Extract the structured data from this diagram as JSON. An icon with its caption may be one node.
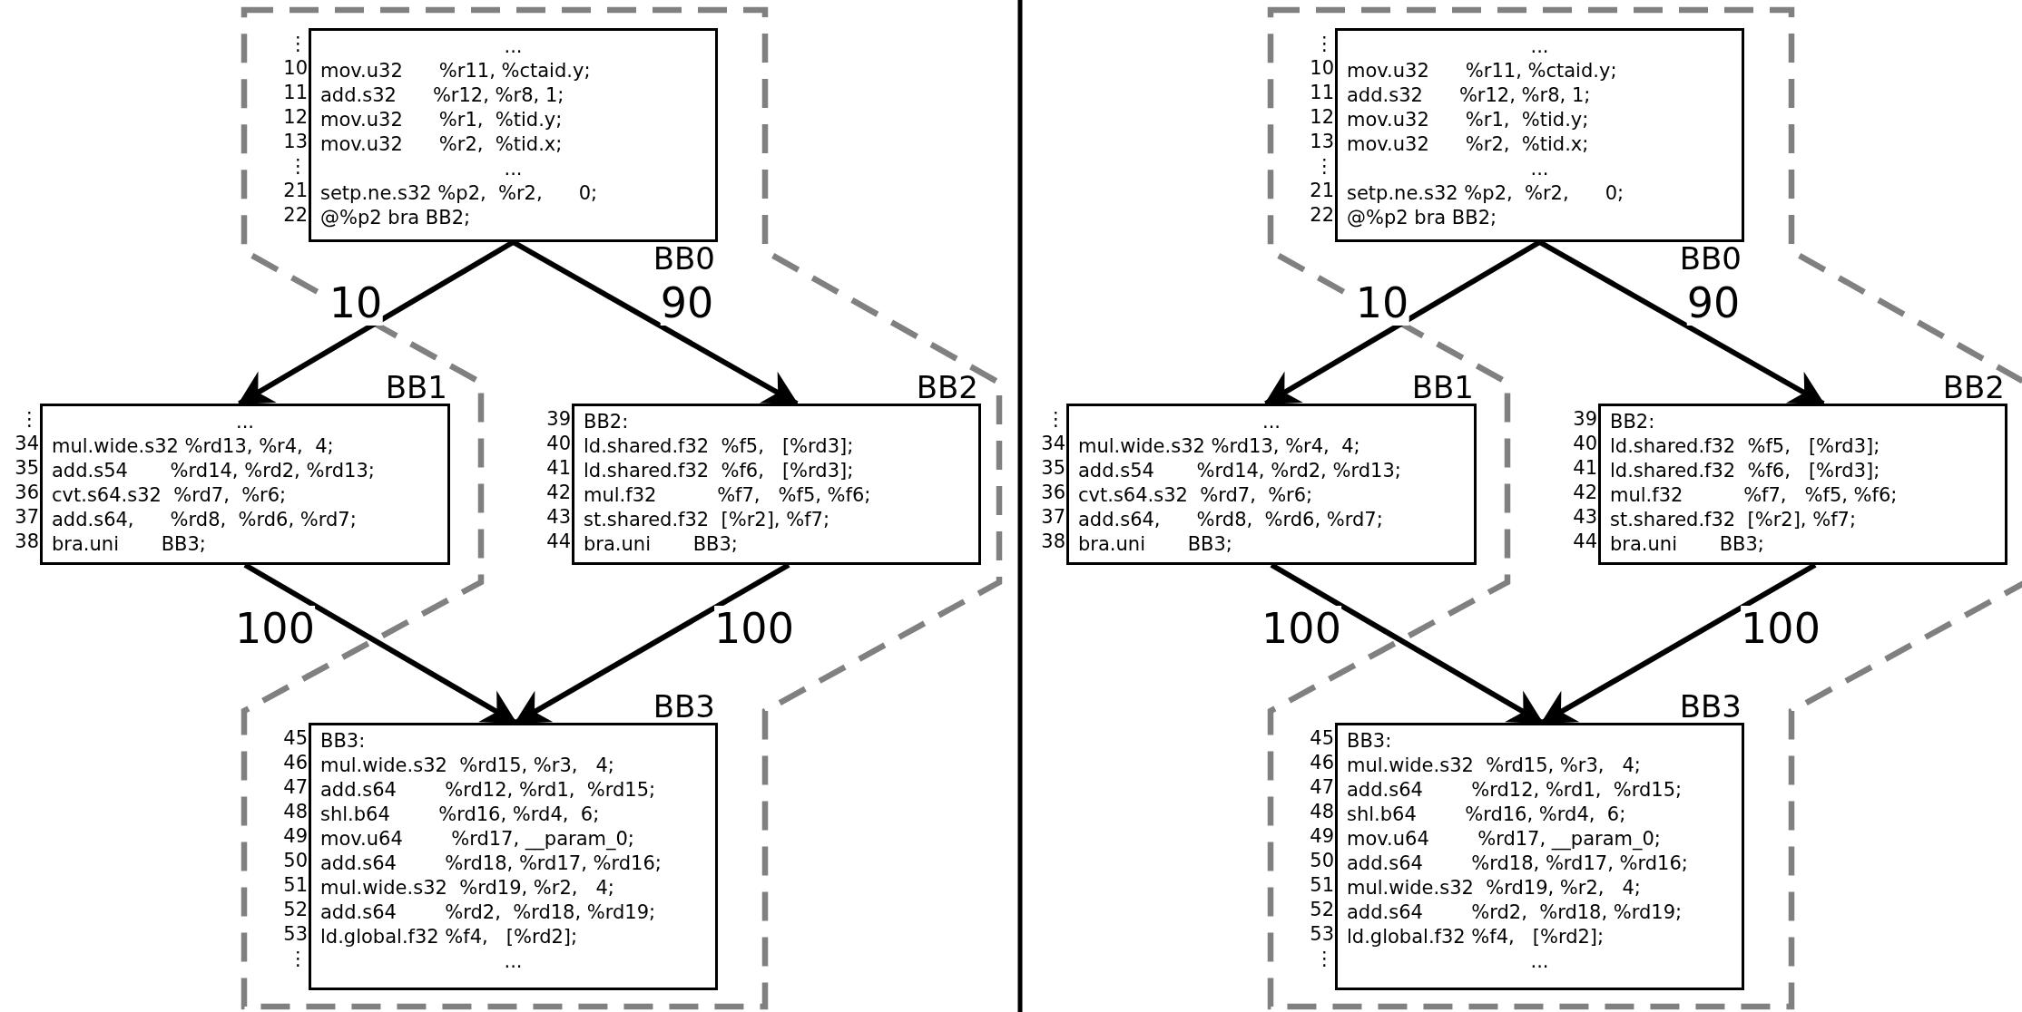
{
  "diagram": {
    "nodes": [
      {
        "text": [
          "BB0",
          "...",
          "mov.u32      %r11, %ctaid.y;",
          "add.s32      %r12, %r8, 1;",
          "mov.u32      %r1,  %tid.y;",
          "mov.u32      %r2,  %tid.x;",
          "...",
          "setp.ne.s32 %p2,  %r2,      0;",
          "@%p2 bra BB2;"
        ],
        "beside": [
          "⋮",
          "10",
          "11",
          "12",
          "13",
          "⋮",
          "21",
          "22"
        ]
      },
      {
        "text": [
          "BB1",
          "...",
          "mul.wide.s32 %rd13, %r4,  4;",
          "add.s54       %rd14, %rd2, %rd13;",
          "cvt.s64.s32  %rd7,  %r6;",
          "add.s64,      %rd8,  %rd6, %rd7;",
          "bra.uni       BB3;"
        ],
        "beside": [
          "⋮",
          "34",
          "35",
          "36",
          "37",
          "38"
        ]
      },
      {
        "text": [
          "BB2",
          "BB2:",
          "ld.shared.f32  %f5,   [%rd3];",
          "ld.shared.f32  %f6,   [%rd3];",
          "mul.f32          %f7,   %f5, %f6;",
          "st.shared.f32  [%r2], %f7;",
          "bra.uni       BB3;"
        ],
        "beside": [
          "39",
          "40",
          "41",
          "42",
          "43",
          "44"
        ]
      },
      {
        "text": [
          "BB3",
          "BB3:",
          "mul.wide.s32  %rd15, %r3,   4;",
          "add.s64        %rd12, %rd1,  %rd15;",
          "shl.b64        %rd16, %rd4,  6;",
          "mov.u64        %rd17, __param_0;",
          "add.s64        %rd18, %rd17, %rd16;",
          "mul.wide.s32  %rd19, %r2,   4;",
          "add.s64        %rd2,  %rd18, %rd19;",
          "ld.global.f32 %f4,   [%rd2];",
          "..."
        ],
        "beside": [
          "45",
          "46",
          "47",
          "48",
          "49",
          "50",
          "51",
          "52",
          "53",
          "⋮"
        ]
      },
      {
        "text": [
          "BB0",
          "...",
          "mov.u32      %r11, %ctaid.y;",
          "add.s32      %r12, %r8, 1;",
          "mov.u32      %r1,  %tid.y;",
          "mov.u32      %r2,  %tid.x;",
          "...",
          "setp.ne.s32 %p2,  %r2,      0;",
          "@%p2 bra BB2;"
        ],
        "beside": [
          "⋮",
          "10",
          "11",
          "12",
          "13",
          "⋮",
          "21",
          "22"
        ]
      },
      {
        "text": [
          "BB1",
          "...",
          "mul.wide.s32 %rd13, %r4,  4;",
          "add.s54       %rd14, %rd2, %rd13;",
          "cvt.s64.s32  %rd7,  %r6;",
          "add.s64,      %rd8,  %rd6, %rd7;",
          "bra.uni       BB3;"
        ],
        "beside": [
          "⋮",
          "34",
          "35",
          "36",
          "37",
          "38"
        ]
      },
      {
        "text": [
          "BB2",
          "BB2:",
          "ld.shared.f32  %f5,   [%rd3];",
          "ld.shared.f32  %f6,   [%rd3];",
          "mul.f32          %f7,   %f5, %f6;",
          "st.shared.f32  [%r2], %f7;",
          "bra.uni       BB3;"
        ],
        "beside": [
          "39",
          "40",
          "41",
          "42",
          "43",
          "44"
        ]
      },
      {
        "text": [
          "BB3",
          "BB3:",
          "mul.wide.s32  %rd15, %r3,   4;",
          "add.s64        %rd12, %rd1,  %rd15;",
          "shl.b64        %rd16, %rd4,  6;",
          "mov.u64        %rd17, __param_0;",
          "add.s64        %rd18, %rd17, %rd16;",
          "mul.wide.s32  %rd19, %r2,   4;",
          "add.s64        %rd2,  %rd18, %rd19;",
          "ld.global.f32 %f4,   [%rd2];",
          "..."
        ],
        "beside": [
          "45",
          "46",
          "47",
          "48",
          "49",
          "50",
          "51",
          "52",
          "53",
          "⋮"
        ]
      }
    ],
    "edges": [
      {
        "from": 0,
        "to": 1,
        "arrow": "to",
        "label": "10"
      },
      {
        "from": 0,
        "to": 2,
        "arrow": "to",
        "label": "90"
      },
      {
        "from": 1,
        "to": 3,
        "arrow": "to",
        "label": "100"
      },
      {
        "from": 2,
        "to": 3,
        "arrow": "to",
        "label": "100"
      },
      {
        "from": 4,
        "to": 5,
        "arrow": "to",
        "label": "10"
      },
      {
        "from": 4,
        "to": 6,
        "arrow": "to",
        "label": "90"
      },
      {
        "from": 5,
        "to": 7,
        "arrow": "to",
        "label": "100"
      },
      {
        "from": 6,
        "to": 7,
        "arrow": "to",
        "label": "100"
      }
    ]
  }
}
